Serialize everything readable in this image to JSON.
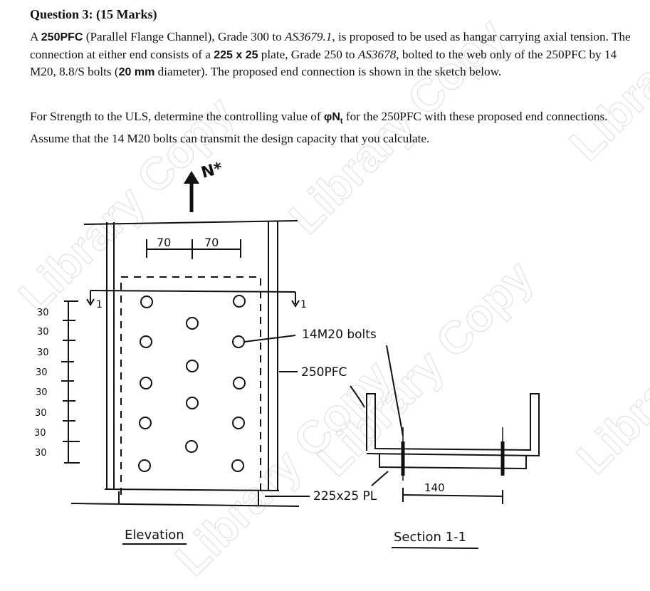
{
  "question": {
    "title": "Question 3: (15 Marks)",
    "paragraph1": {
      "t1": "A ",
      "b1": "250PFC",
      "t2": " (Parallel Flange Channel), Grade 300 to ",
      "i1": "AS3679.1",
      "t3": ", is proposed to be used as hangar carrying axial tension. The connection at either end consists of a ",
      "b2": "225 x 25",
      "t4": " plate, Grade 250 to ",
      "i2": "AS3678",
      "t5": ", bolted to the web only of the 250PFC by 14 M20, 8.8/S bolts (",
      "b3": "20 mm",
      "t6": " diameter). The proposed end connection is shown in the sketch below."
    },
    "paragraph2": {
      "t1": "For Strength to the ULS, determine the controlling value of ",
      "b1": "φN",
      "sub": "t",
      "t2": " for the 250PFC with these proposed end connections. Assume that the 14 M20 bolts can transmit the design capacity that you calculate."
    }
  },
  "diagram": {
    "load_label": "N*",
    "gauge_left": "70",
    "gauge_right": "70",
    "pitch_labels": [
      "30",
      "30",
      "30",
      "30",
      "30",
      "30",
      "30",
      "30"
    ],
    "section_marker": "1",
    "bolts_label": "14M20 bolts",
    "pfc_label": "250PFC",
    "plate_label": "225x25 PL",
    "section_gauge": "140",
    "elevation_caption": "Elevation",
    "section_caption": "Section 1-1"
  },
  "watermarks": [
    "Library Copy",
    "Library Copy",
    "Library Copy",
    "Library Copy",
    "Library",
    "Library"
  ]
}
